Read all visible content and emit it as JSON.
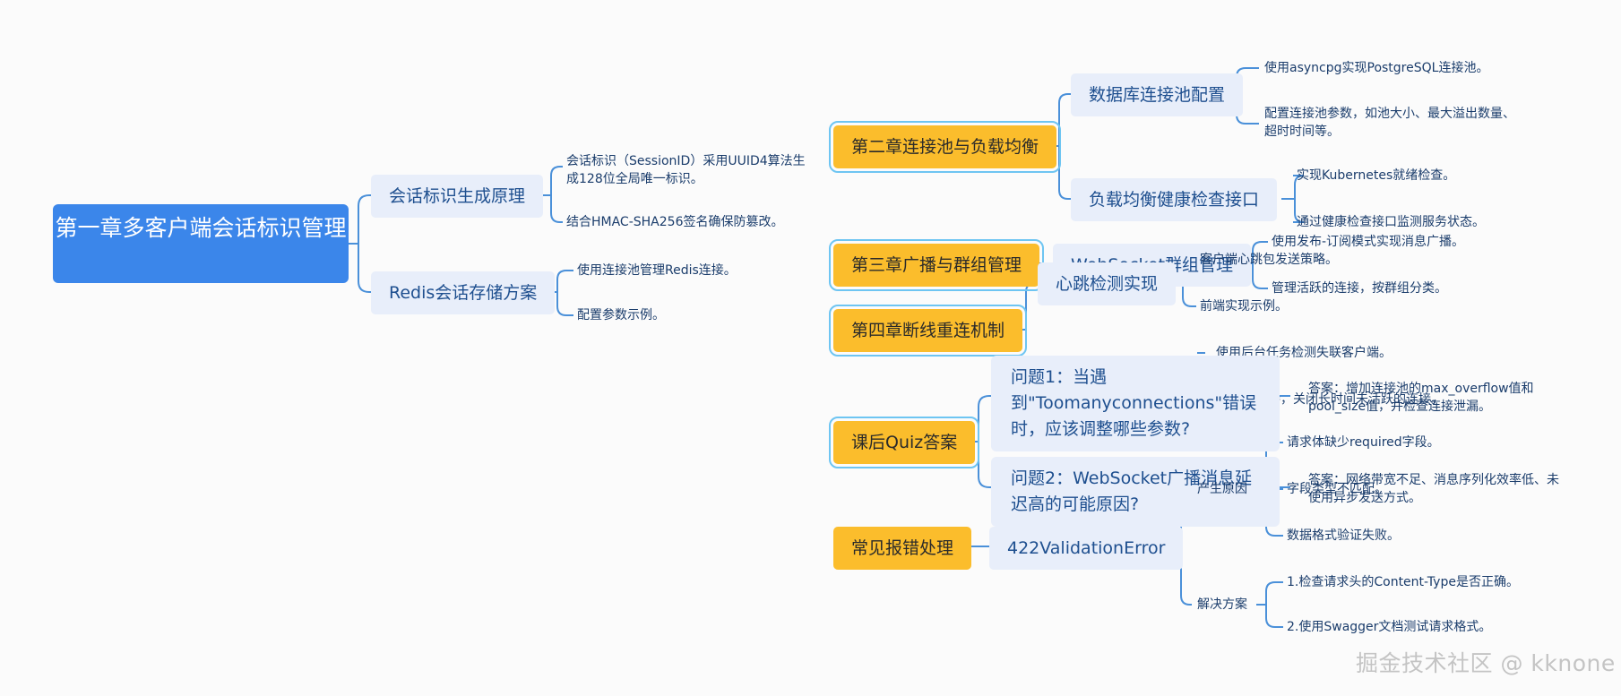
{
  "root": {
    "title": "第一章多客户端会话标识管理"
  },
  "chapter1": {
    "session_id_principle": {
      "label": "会话标识生成原理",
      "leaf1": "会话标识（SessionID）采用UUID4算法生成128位全局唯一标识。",
      "leaf2": "结合HMAC-SHA256签名确保防篡改。"
    },
    "redis_storage": {
      "label": "Redis会话存储方案",
      "leaf1": "使用连接池管理Redis连接。",
      "leaf2": "配置参数示例。"
    }
  },
  "chapter2": {
    "label": "第二章连接池与负载均衡",
    "db_pool": {
      "label": "数据库连接池配置",
      "leaf1": "使用asyncpg实现PostgreSQL连接池。",
      "leaf2": "配置连接池参数，如池大小、最大溢出数量、超时时间等。"
    },
    "health_check": {
      "label": "负载均衡健康检查接口",
      "leaf1": "实现Kubernetes就绪检查。",
      "leaf2": "通过健康检查接口监测服务状态。"
    }
  },
  "chapter3": {
    "label": "第三章广播与群组管理",
    "ws_group": {
      "label": "WebSocket群组管理",
      "leaf1": "使用发布-订阅模式实现消息广播。",
      "leaf2": "管理活跃的连接，按群组分类。"
    }
  },
  "chapter4": {
    "label": "第四章断线重连机制",
    "heartbeat": {
      "label": "心跳检测实现",
      "leaf1": "客户端心跳包发送策略。",
      "leaf2": "前端实现示例。",
      "leaf3": "使用后台任务检测失联客户端。",
      "leaf4": "接，关闭长时间未活跃的连接。"
    }
  },
  "quiz": {
    "label": "课后Quiz答案",
    "q1": {
      "text": "问题1：当遇到\"Toomanyconnections\"错误时，应该调整哪些参数?",
      "answer": "答案：增加连接池的max_overflow值和pool_size值，并检查连接泄漏。"
    },
    "q2": {
      "text": "问题2：WebSocket广播消息延迟高的可能原因?",
      "answer": "答案：网络带宽不足、消息序列化效率低、未使用异步发送方式。"
    }
  },
  "errors": {
    "label": "常见报错处理",
    "validation": {
      "label": "422ValidationError",
      "cause": {
        "label": "产生原因",
        "leaf1": "请求体缺少required字段。",
        "leaf2": "字段类型不匹配。",
        "leaf3": "数据格式验证失败。"
      },
      "solution": {
        "label": "解决方案",
        "leaf1": "1.检查请求头的Content-Type是否正确。",
        "leaf2": "2.使用Swagger文档测试请求格式。"
      }
    }
  },
  "watermark": "掘金技术社区 @ kknone",
  "colors": {
    "root": "#3b86ea",
    "chapter": "#fbbd2c",
    "subtopic": "#e8eefa",
    "connector": "#4a90d9",
    "highlight_outline": "#6ec5f2"
  }
}
